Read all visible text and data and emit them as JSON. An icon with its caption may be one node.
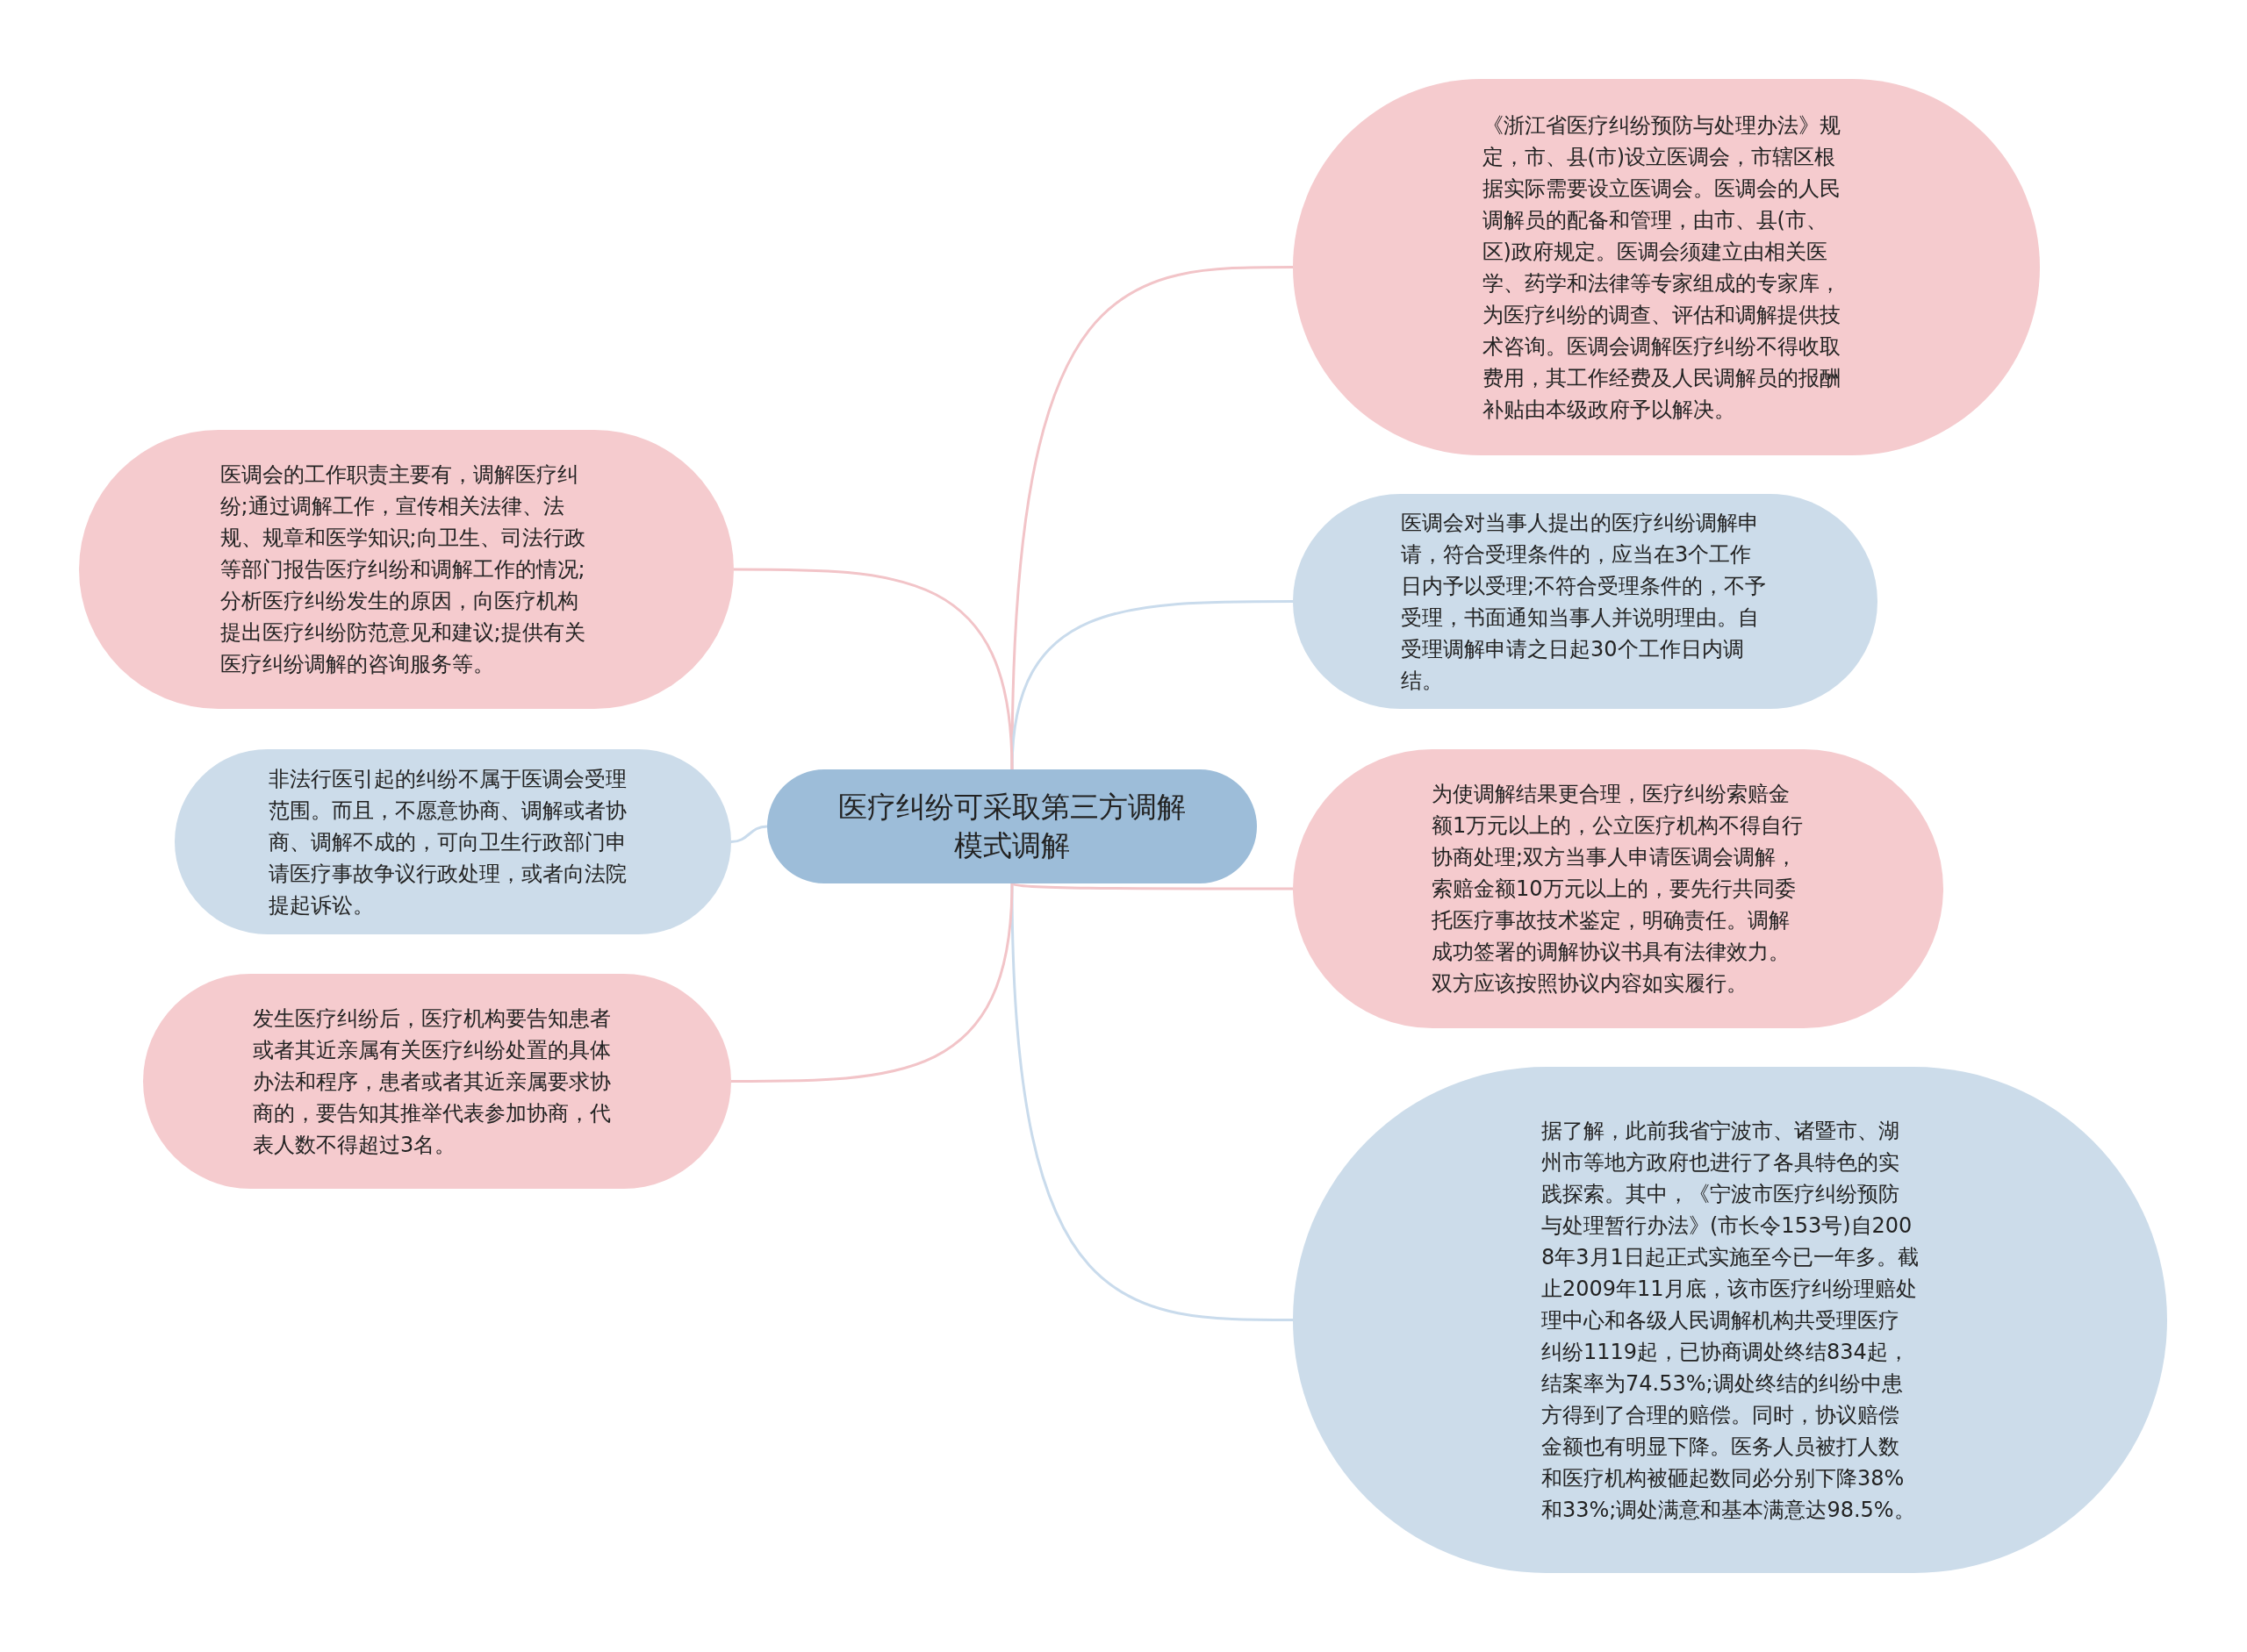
{
  "diagram": {
    "nodes": [
      {
        "text": [
          "医疗纠纷可采取第三方调解模式调解"
        ]
      },
      {
        "text": [
          "《浙江省医疗纠纷预防与处理办法》规定，市、县(市)设立医调会，市辖区根据实际需要设立医调会。医调会的人民调解员的配备和管理，由市、县(市、区)政府规定。医调会须建立由相关医学、药学和法律等专家组成的专家库，为医疗纠纷的调查、评估和调解提供技术咨询。医调会调解医疗纠纷不得收取费用，其工作经费及人民调解员的报酬补贴由本级政府予以解决。"
        ]
      },
      {
        "text": [
          "医调会对当事人提出的医疗纠纷调解申请，符合受理条件的，应当在3个工作日内予以受理;不符合受理条件的，不予受理，书面通知当事人并说明理由。自受理调解申请之日起30个工作日内调结。"
        ]
      },
      {
        "text": [
          "为使调解结果更合理，医疗纠纷索赔金额1万元以上的，公立医疗机构不得自行协商处理;双方当事人申请医调会调解，索赔金额10万元以上的，要先行共同委托医疗事故技术鉴定，明确责任。调解成功签署的调解协议书具有法律效力。双方应该按照协议内容如实履行。"
        ]
      },
      {
        "text": [
          "据了解，此前我省宁波市、诸暨市、湖州市等地方政府也进行了各具特色的实践探索。其中，《宁波市医疗纠纷预防与处理暂行办法》(市长令153号)自2008年3月1日起正式实施至今已一年多。截止2009年11月底，该市医疗纠纷理赔处理中心和各级人民调解机构共受理医疗纠纷1119起，已协商调处终结834起，结案率为74.53%;调处终结的纠纷中患方得到了合理的赔偿。同时，协议赔偿金额也有明显下降。医务人员被打人数和医疗机构被砸起数同必分别下降38%和33%;调处满意和基本满意达98.5%。"
        ]
      },
      {
        "text": [
          "医调会的工作职责主要有，调解医疗纠纷;通过调解工作，宣传相关法律、法规、规章和医学知识;向卫生、司法行政等部门报告医疗纠纷和调解工作的情况;分析医疗纠纷发生的原因，向医疗机构提出医疗纠纷防范意见和建议;提供有关医疗纠纷调解的咨询服务等。"
        ]
      },
      {
        "text": [
          "非法行医引起的纠纷不属于医调会受理范围。而且，不愿意协商、调解或者协商、调解不成的，可向卫生行政部门申请医疗事故争议行政处理，或者向法院提起诉讼。"
        ]
      },
      {
        "text": [
          "发生医疗纠纷后，医疗机构要告知患者或者其近亲属有关医疗纠纷处置的具体办法和程序，患者或者其近亲属要求协商的，要告知其推举代表参加协商，代表人数不得超过3名。"
        ]
      }
    ],
    "edges": [
      {
        "from": 0,
        "to": 1,
        "arrow": "none"
      },
      {
        "from": 0,
        "to": 2,
        "arrow": "none",
        "color": "#c9dbec"
      },
      {
        "from": 0,
        "to": 3,
        "arrow": "none"
      },
      {
        "from": 0,
        "to": 4,
        "arrow": "none",
        "color": "#c9dbec"
      },
      {
        "from": 0,
        "to": 5,
        "arrow": "none"
      },
      {
        "from": 0,
        "to": 6,
        "arrow": "none",
        "color": "#c9dbec"
      },
      {
        "from": 0,
        "to": 7,
        "arrow": "none"
      }
    ]
  }
}
